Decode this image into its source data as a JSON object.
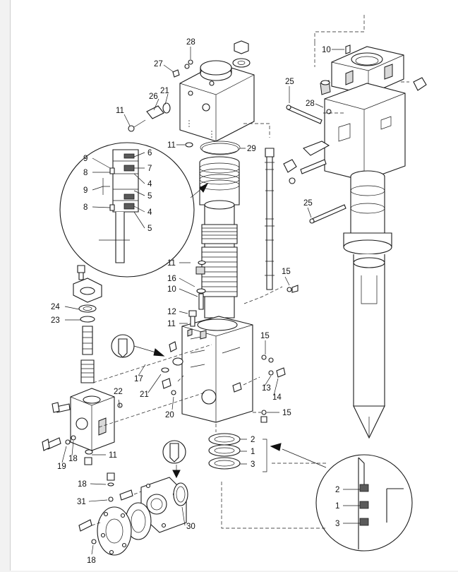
{
  "diagram": {
    "part_numbers": {
      "p1": "1",
      "p2": "2",
      "p3": "3",
      "p4": "4",
      "p5": "5",
      "p6": "6",
      "p7": "7",
      "p8": "8",
      "p9": "9",
      "p10": "10",
      "p11": "11",
      "p12": "12",
      "p13": "13",
      "p14": "14",
      "p15": "15",
      "p16": "16",
      "p17": "17",
      "p18": "18",
      "p19": "19",
      "p20": "20",
      "p21": "21",
      "p22": "22",
      "p23": "23",
      "p24": "24",
      "p25": "25",
      "p26": "26",
      "p27": "27",
      "p28": "28",
      "p29": "29",
      "p30": "30",
      "p31": "31"
    }
  }
}
